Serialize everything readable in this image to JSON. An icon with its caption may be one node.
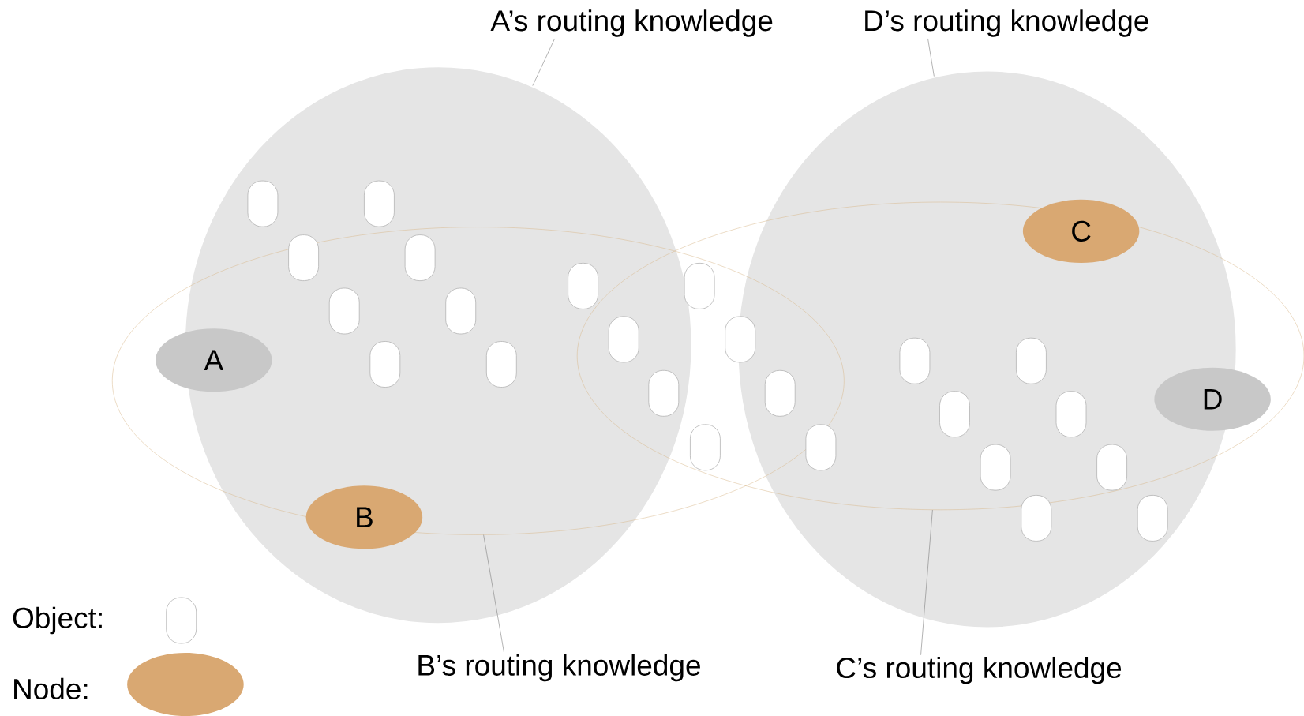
{
  "diagram": {
    "nodes": [
      {
        "text": [
          "A’s routing knowledge"
        ]
      },
      {
        "text": [
          "D’s routing knowledge"
        ]
      },
      {
        "text": [],
        "shape": "ellipse"
      },
      {
        "text": [],
        "shape": "ellipse"
      },
      {
        "text": [],
        "shape": "ellipse"
      },
      {
        "text": [],
        "shape": "ellipse"
      },
      {
        "text": [
          "A"
        ],
        "in": 4
      },
      {
        "text": [
          "B"
        ],
        "in": 2
      },
      {
        "text": [
          "C"
        ]
      },
      {
        "text": [
          "D"
        ],
        "in": 5
      },
      {
        "text": [
          "B’s routing knowledge"
        ]
      },
      {
        "text": [
          "C’s routing knowledge"
        ]
      }
    ],
    "edges": [
      {
        "from": 0,
        "to": 2,
        "arrow": "none"
      },
      {
        "from": 1,
        "to": 3,
        "arrow": "none"
      },
      {
        "from": 10,
        "to": 4,
        "arrow": "none"
      },
      {
        "from": 11,
        "to": 5,
        "arrow": "none"
      }
    ],
    "legend": [
      {
        "text": "Object:"
      },
      {
        "text": "Node:",
        "color": "#d9a872"
      }
    ]
  }
}
